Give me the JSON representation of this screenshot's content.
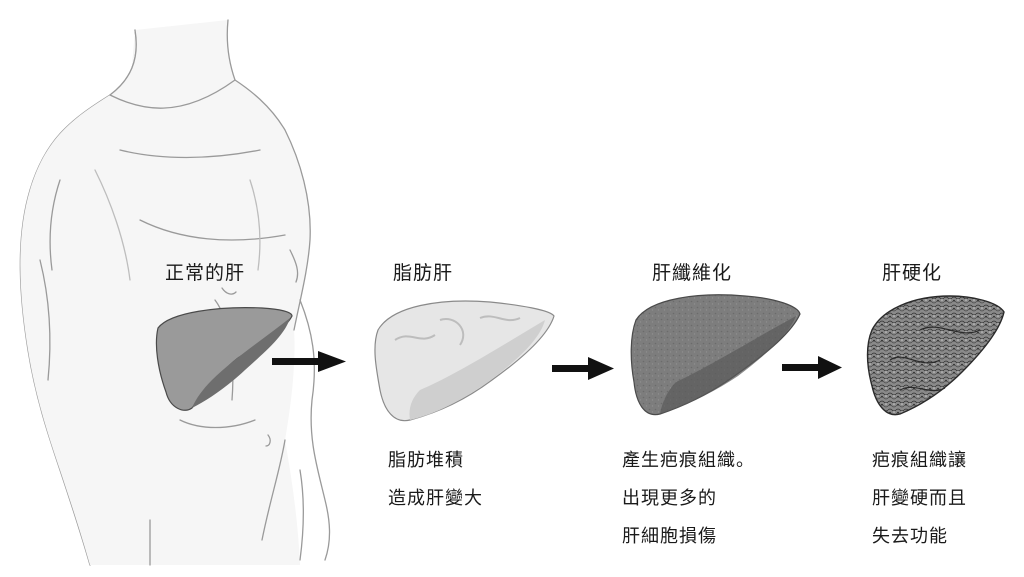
{
  "stages": [
    {
      "title": "正常的肝",
      "desc": []
    },
    {
      "title": "脂肪肝",
      "desc": [
        "脂肪堆積",
        "造成肝變大"
      ]
    },
    {
      "title": "肝纖維化",
      "desc": [
        "產生疤痕組織。",
        "出現更多的",
        "肝細胞損傷"
      ]
    },
    {
      "title": "肝硬化",
      "desc": [
        "疤痕組織讓",
        "肝變硬而且",
        "失去功能"
      ]
    }
  ]
}
